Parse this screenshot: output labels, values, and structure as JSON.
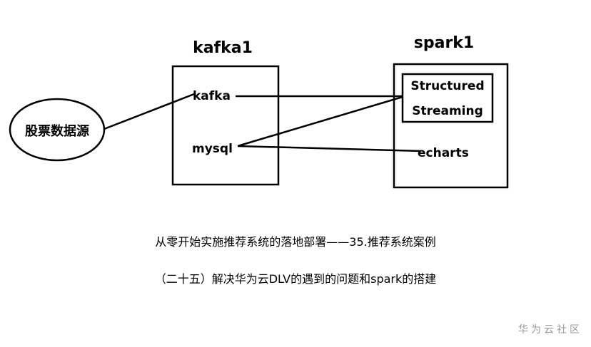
{
  "diagram": {
    "source_label": "股票数据源",
    "node_kafka1": {
      "title": "kafka1",
      "items": [
        "kafka",
        "mysql"
      ]
    },
    "node_spark1": {
      "title": "spark1",
      "inner_box": [
        "Structured",
        "Streaming"
      ],
      "items": [
        "echarts"
      ]
    }
  },
  "caption": {
    "line1": "从零开始实施推荐系统的落地部署——35.推荐系统案例",
    "line2": "（二十五）解决华为云DLV的遇到的问题和spark的搭建"
  },
  "watermark": "华为云社区"
}
